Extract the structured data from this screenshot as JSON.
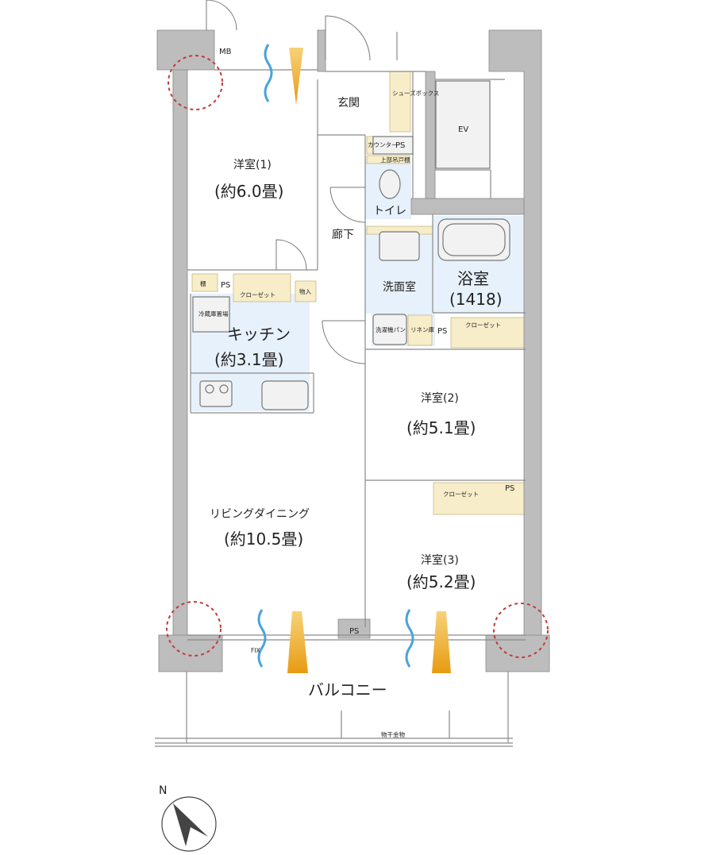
{
  "rooms": {
    "western1_name": "洋室(1)",
    "western1_size": "(約6.0畳)",
    "western2_name": "洋室(2)",
    "western2_size": "(約5.1畳)",
    "western3_name": "洋室(3)",
    "western3_size": "(約5.2畳)",
    "kitchen_name": "キッチン",
    "kitchen_size": "(約3.1畳)",
    "living_name": "リビングダイニング",
    "living_size": "(約10.5畳)",
    "bath_name": "浴室",
    "bath_size": "(1418)",
    "entrance": "玄関",
    "corridor": "廊下",
    "washroom": "洗面室",
    "toilet": "トイレ",
    "balcony": "バルコニー",
    "ev": "EV"
  },
  "labels": {
    "mb": "MB",
    "ps": "PS",
    "shoe_box": "シューズボックス",
    "counter": "カウンター",
    "upper_cabinet": "上部吊戸棚",
    "closet": "クローゼット",
    "storage": "物入",
    "shelf": "棚",
    "fridge": "冷蔵庫置場",
    "washer_pan": "洗濯機パン",
    "linen": "リネン庫",
    "fix": "FIX",
    "drying_rack": "物干金物",
    "north": "N"
  },
  "colors": {
    "wall": "#bdbdbd",
    "wet_area": "#e7f1fb",
    "storage": "#f7edc9",
    "wind_arrow": "#f2a516",
    "air_wave": "#4aa3d9",
    "corner_mark": "#c33a3a"
  }
}
